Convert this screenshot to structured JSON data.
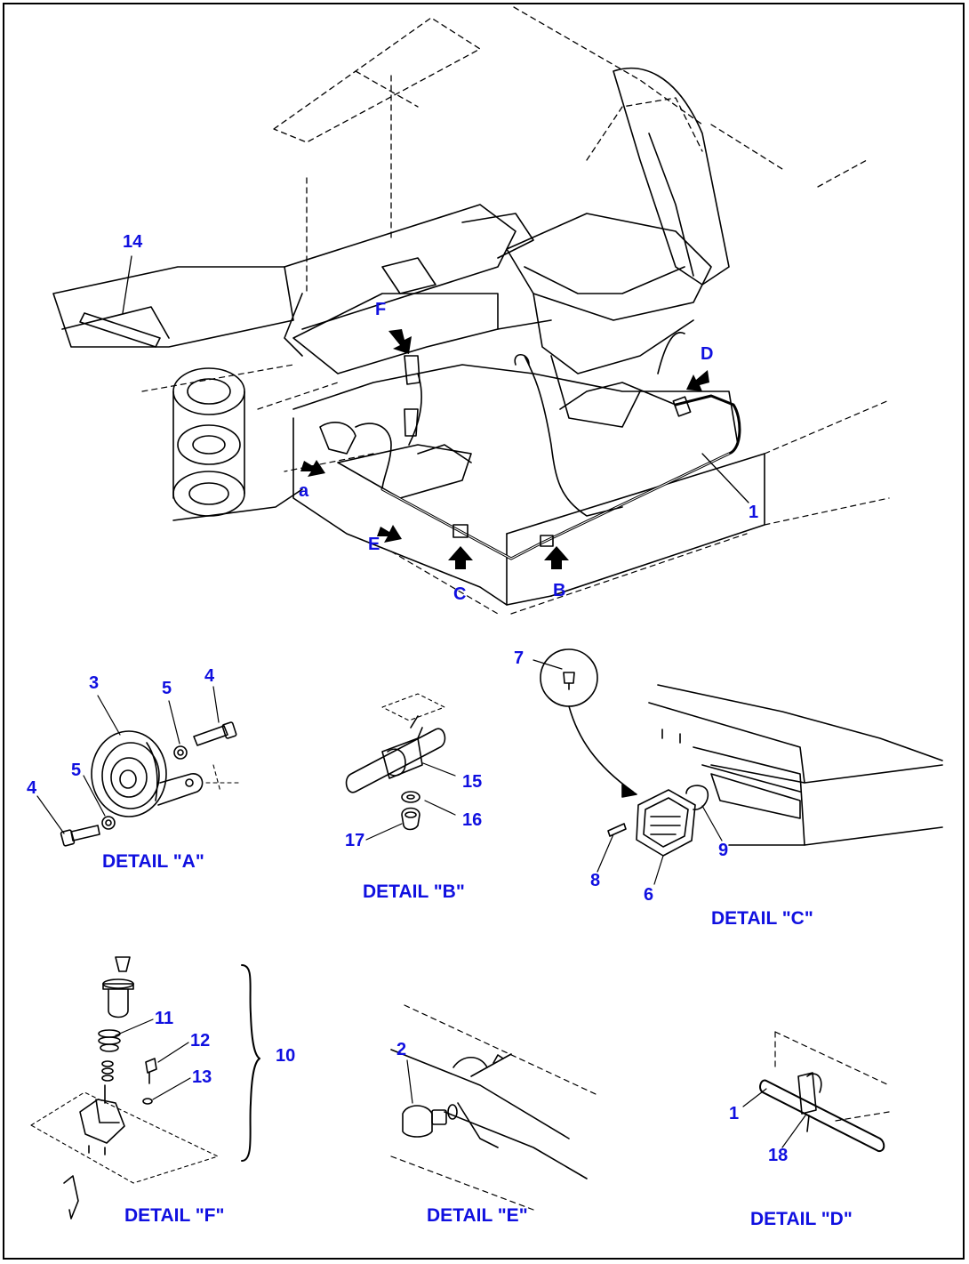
{
  "main_view": {
    "callouts": {
      "p14": "14",
      "pF": "F",
      "pD": "D",
      "pa": "a",
      "pE": "E",
      "pC": "C",
      "pB": "B",
      "p1": "1"
    }
  },
  "details": {
    "A": {
      "title": "DETAIL \"A\"",
      "parts": [
        "3",
        "5",
        "4",
        "5",
        "4"
      ]
    },
    "B": {
      "title": "DETAIL \"B\"",
      "parts": [
        "15",
        "16",
        "17"
      ]
    },
    "C": {
      "title": "DETAIL \"C\"",
      "parts": [
        "7",
        "9",
        "8",
        "6"
      ]
    },
    "F": {
      "title": "DETAIL \"F\"",
      "parts": [
        "11",
        "12",
        "13",
        "10"
      ]
    },
    "E": {
      "title": "DETAIL \"E\"",
      "parts": [
        "2"
      ]
    },
    "D": {
      "title": "DETAIL \"D\"",
      "parts": [
        "1",
        "18"
      ]
    }
  },
  "colors": {
    "label": "#1010e0",
    "line": "#000000",
    "background": "#ffffff"
  }
}
